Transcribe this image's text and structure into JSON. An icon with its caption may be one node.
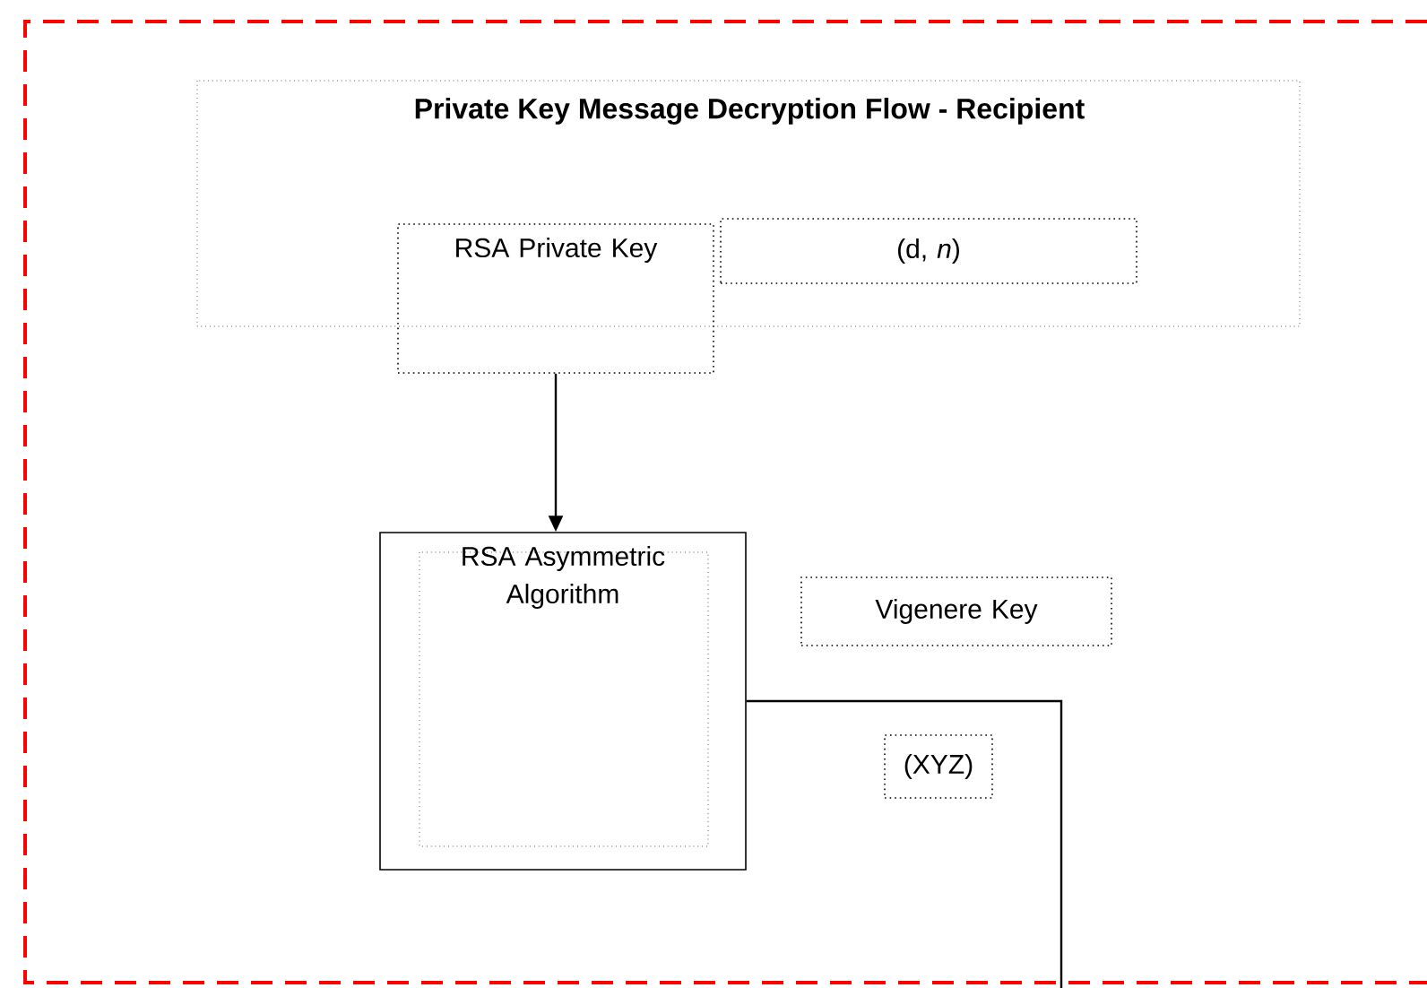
{
  "diagram": {
    "title": "Private Key Message Decryption Flow - Recipient",
    "nodes": [
      {
        "text": [
          "RSA Private Key"
        ]
      },
      {
        "text": [
          "(d, *n*)"
        ]
      },
      {
        "text": [
          "RSA Asymmetric Algorithm"
        ]
      },
      {
        "text": [
          "Vigenere Key"
        ]
      },
      {
        "text": [
          "(XYZ)"
        ]
      }
    ],
    "edges": [
      {
        "from": 0,
        "to": 2,
        "arrow": "to"
      },
      {
        "from": 2,
        "to": null,
        "arrow": "none"
      }
    ]
  }
}
